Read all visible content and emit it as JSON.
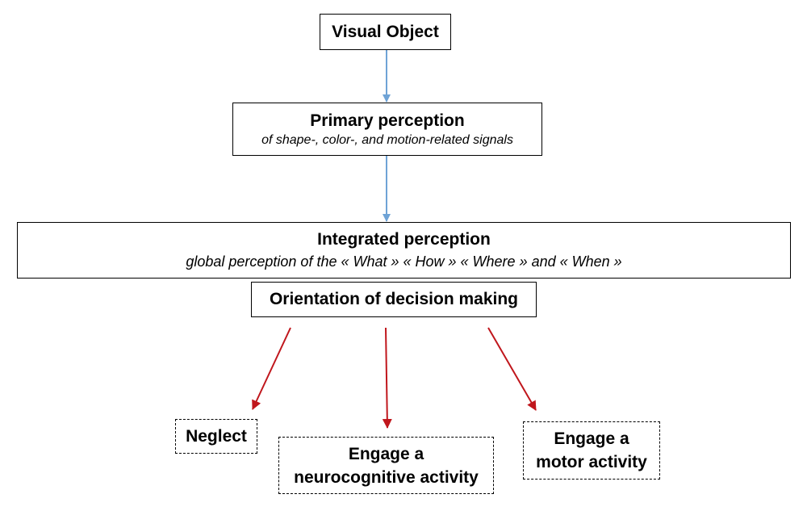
{
  "nodes": {
    "visual_object": "Visual Object",
    "primary_title": "Primary perception",
    "primary_sub": "of shape-, color-, and motion-related signals",
    "integrated_title": "Integrated perception",
    "integrated_sub": "global perception of the « What » « How » « Where » and « When »",
    "orientation": "Orientation of decision making",
    "neglect": "Neglect",
    "neuro_line1": "Engage a",
    "neuro_line2": "neurocognitive activity",
    "motor_line1": "Engage a",
    "motor_line2": "motor activity"
  },
  "colors": {
    "blue_arrow": "#6fa3d6",
    "red_arrow": "#c0161c"
  }
}
